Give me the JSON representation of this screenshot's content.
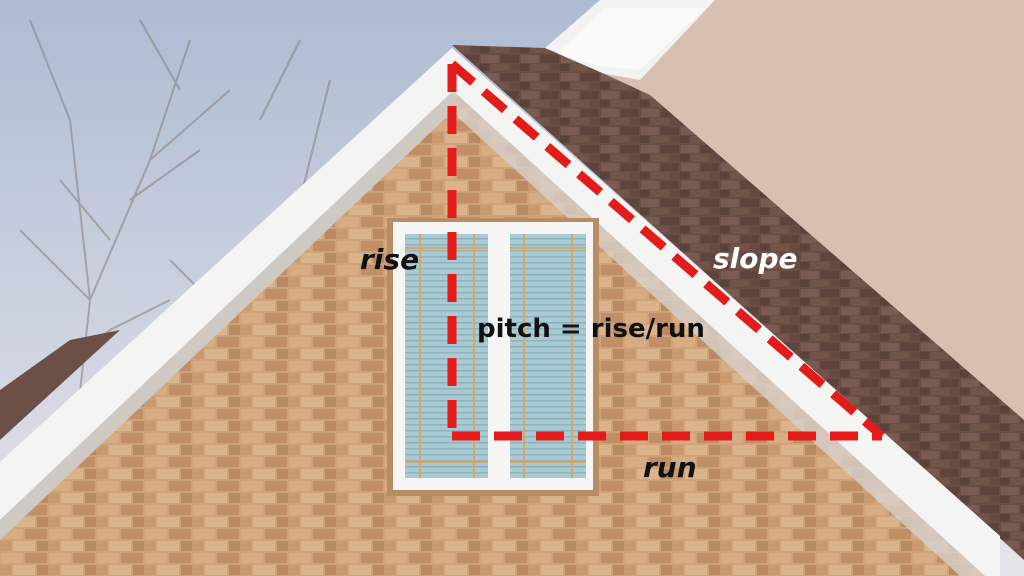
{
  "labels": {
    "rise": "rise",
    "slope": "slope",
    "formula": "pitch = rise/run",
    "run": "run"
  },
  "colors": {
    "guide_dash": "#e31b1b",
    "slope_label": "#ffffff",
    "dark_label": "#111111",
    "sky": "#c9d2e0",
    "brick": "#c79a72",
    "roof_shingle": "#6e5148",
    "stucco": "#d8bfb0",
    "trim": "#f4f4f2"
  }
}
